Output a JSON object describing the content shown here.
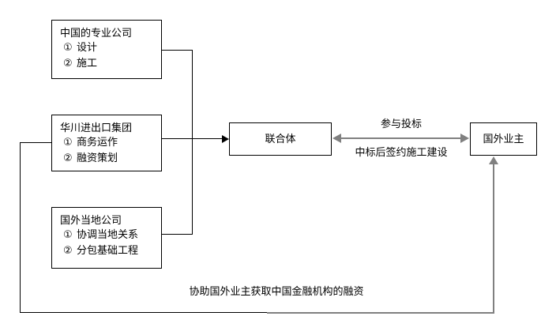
{
  "diagram": {
    "title_text": "",
    "colors": {
      "stroke": "#000000",
      "accent_gray": "#808080",
      "background": "#ffffff"
    },
    "nodes": {
      "cn_professional": {
        "title": "中国的专业公司",
        "items": [
          {
            "num": "①",
            "text": "设计"
          },
          {
            "num": "②",
            "text": "施工"
          }
        ]
      },
      "huachuan_group": {
        "title": "华川进出口集团",
        "items": [
          {
            "num": "①",
            "text": "商务运作"
          },
          {
            "num": "②",
            "text": "融资策划"
          }
        ]
      },
      "overseas_local": {
        "title": "国外当地公司",
        "items": [
          {
            "num": "①",
            "text": "协调当地关系"
          },
          {
            "num": "②",
            "text": "分包基础工程"
          }
        ]
      },
      "consortium": {
        "title": "联合体"
      },
      "foreign_owner": {
        "title": "国外业主"
      }
    },
    "edges": {
      "bid_top": "参与投标",
      "bid_bottom": "中标后签约施工建设",
      "financing": "协助国外业主获取中国金融机构的融资"
    }
  }
}
